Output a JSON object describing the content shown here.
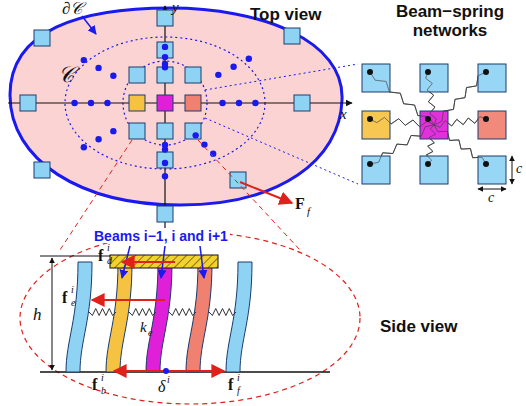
{
  "diagram": {
    "labels": [
      "∂𝒞",
      "y",
      "Top view",
      "Beam−spring networks",
      "𝒞",
      "x",
      "F",
      "f",
      "c",
      "c",
      "Beams i−1, i and i+1",
      "f",
      "i",
      "d",
      "h",
      "f",
      "i",
      "e",
      "k",
      "e",
      "Side view",
      "f",
      "i",
      "b",
      "δ",
      "i",
      "f",
      "i",
      "f"
    ]
  }
}
